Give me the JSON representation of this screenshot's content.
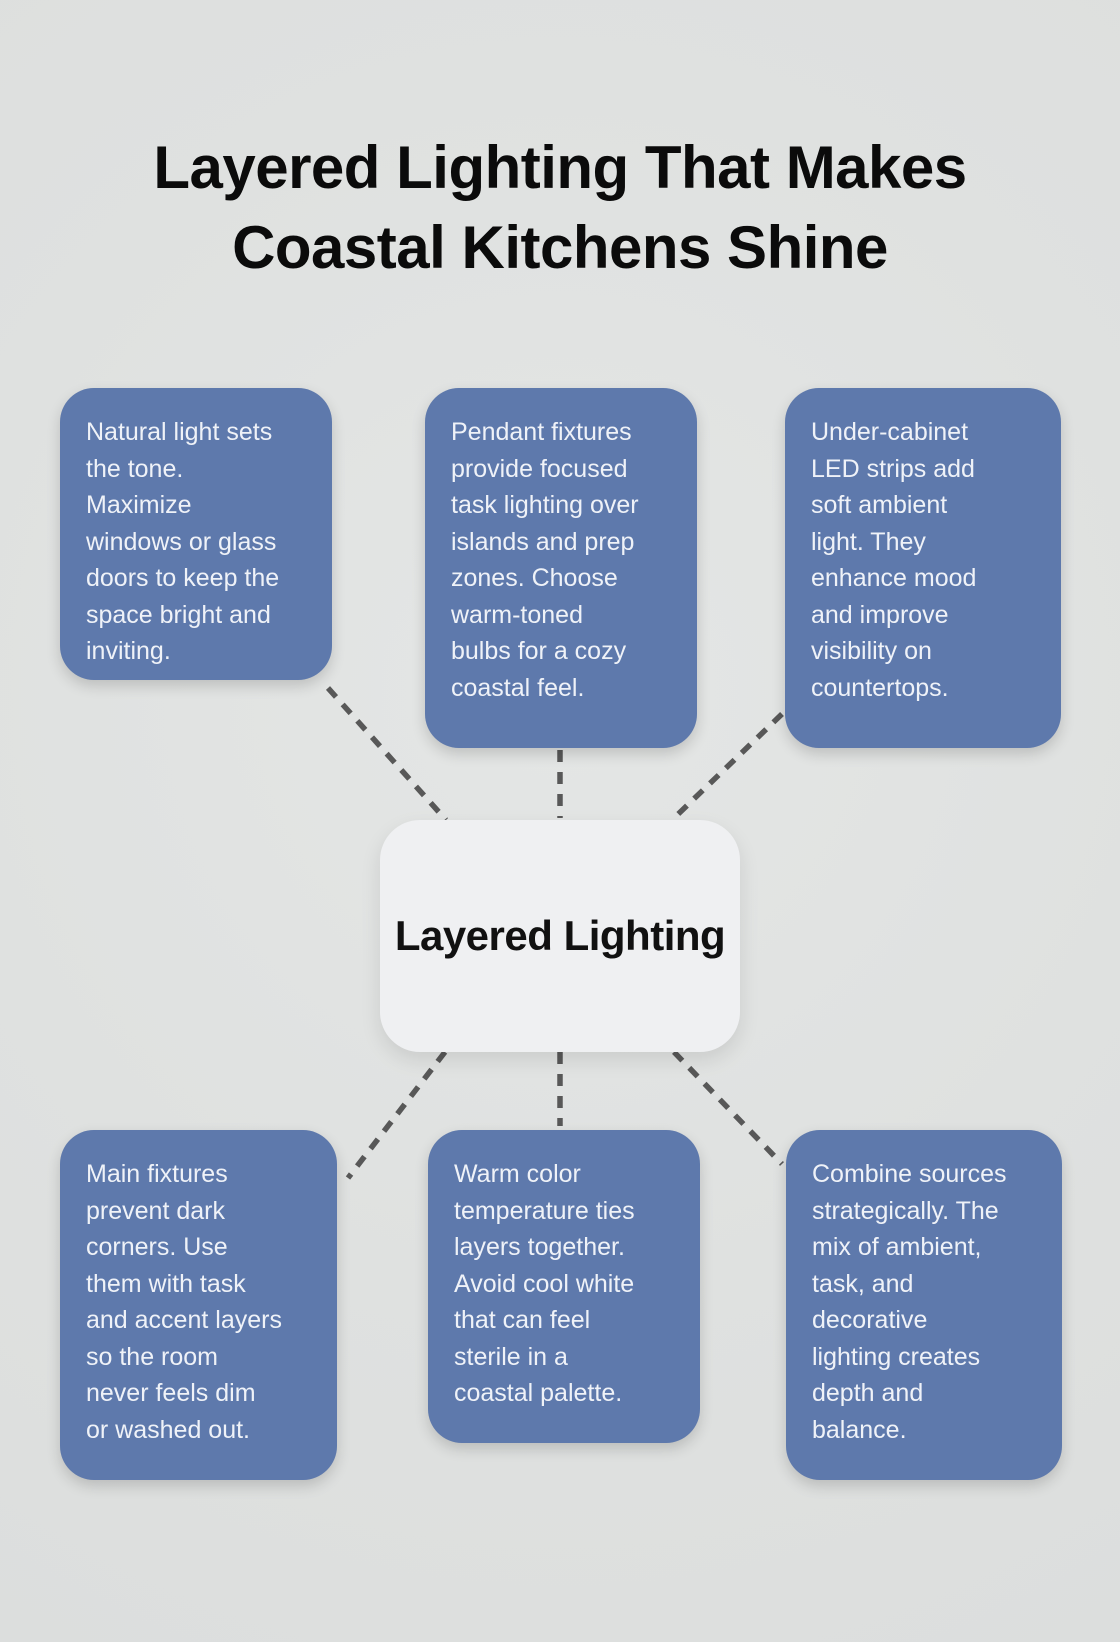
{
  "title": "Layered Lighting That Makes Coastal Kitchens Shine",
  "center": {
    "label": "Layered Lighting"
  },
  "nodes": [
    {
      "id": "natural-light",
      "text": "Natural light sets\nthe tone.\nMaximize\nwindows or glass\ndoors to keep the\nspace bright and\ninviting."
    },
    {
      "id": "pendant-fixtures",
      "text": "Pendant fixtures\nprovide focused\ntask lighting over\nislands and prep\nzones. Choose\nwarm-toned\nbulbs for a cozy\ncoastal feel."
    },
    {
      "id": "under-cabinet",
      "text": "Under-cabinet\nLED strips add\nsoft ambient\nlight. They\nenhance mood\nand improve\nvisibility on\ncountertops."
    },
    {
      "id": "main-fixtures",
      "text": "Main fixtures\nprevent dark\ncorners. Use\nthem with task\nand accent layers\nso the room\nnever feels dim\nor washed out."
    },
    {
      "id": "warm-color",
      "text": "Warm color\ntemperature ties\nlayers together.\nAvoid cool white\nthat can feel\nsterile in a\ncoastal palette."
    },
    {
      "id": "combine-sources",
      "text": "Combine sources\nstrategically. The\nmix of ambient,\ntask, and\ndecorative\nlighting creates\ndepth and\nbalance."
    }
  ],
  "colors": {
    "background": "#dfe1e0",
    "node_fill": "#5e79ac",
    "node_text": "#eff2f8",
    "center_fill": "#eff0f2",
    "center_text": "#111111",
    "title_text": "#0b0b0b",
    "connector": "#585858"
  }
}
